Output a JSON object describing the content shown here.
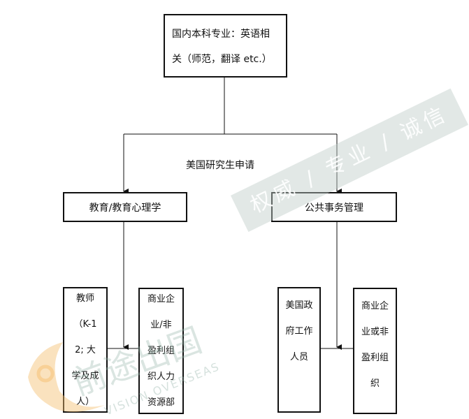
{
  "root": {
    "line1": "国内本科专业：英语相",
    "line2": "关（师范，翻译 etc.）"
  },
  "branch_label": "美国研究生申请",
  "left": {
    "title": "教育/教育心理学",
    "children": [
      {
        "lines": [
          "教师",
          "（K-1",
          "2; 大",
          "学及成",
          "人）"
        ]
      },
      {
        "lines": [
          "商业企",
          "业/非",
          "盈利组",
          "织人力",
          "资源部"
        ]
      }
    ]
  },
  "right": {
    "title": "公共事务管理",
    "children": [
      {
        "lines": [
          "美国政",
          "府工作",
          "人员"
        ]
      },
      {
        "lines": [
          "商业企",
          "业或非",
          "盈利组",
          "织"
        ]
      }
    ]
  },
  "watermark": {
    "slogan": "权威 / 专业 / 诚信",
    "brand_en": "VISION OVERSEAS",
    "brand_cn": "前途出国"
  }
}
